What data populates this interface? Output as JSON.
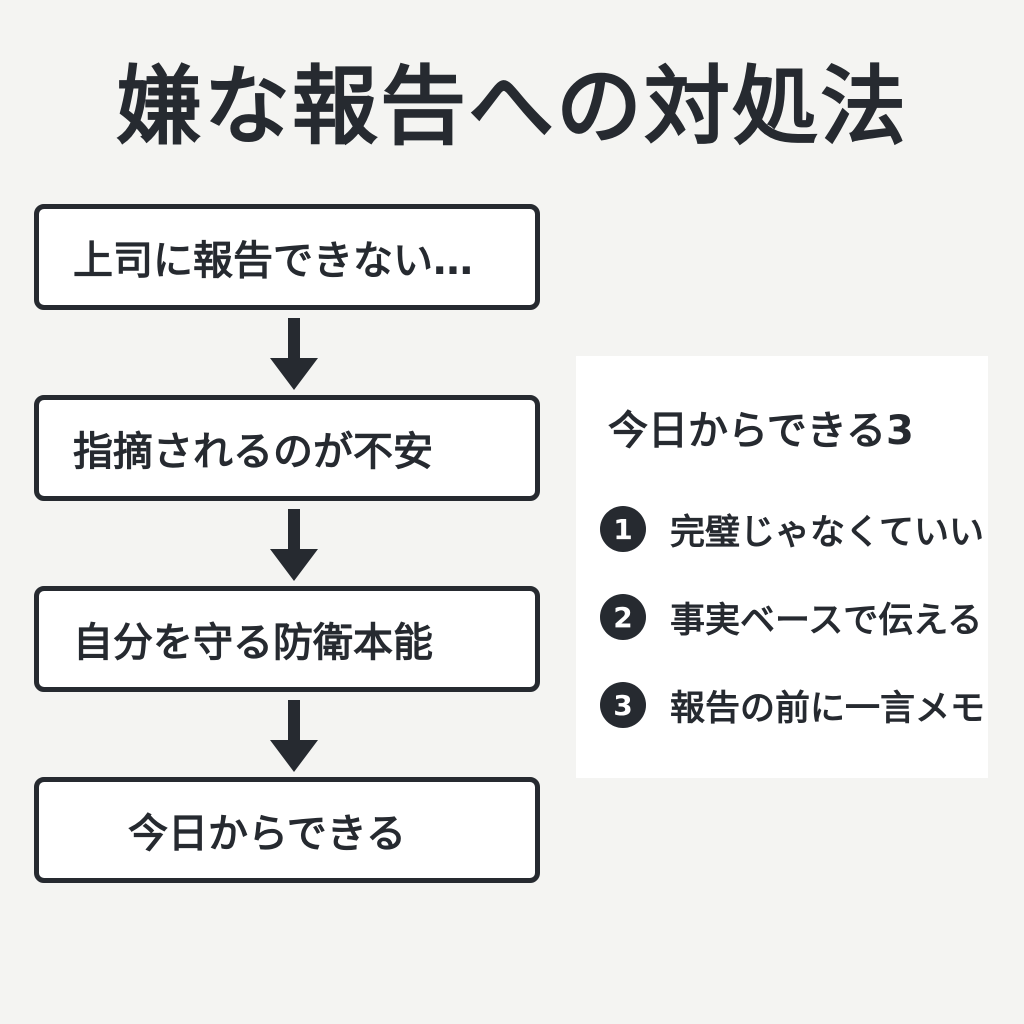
{
  "title": "嫌な報告への対処法",
  "flow": [
    {
      "label": "上司に報告できない…"
    },
    {
      "label": "指摘されるのが不安"
    },
    {
      "label": "自分を守る防衛本能"
    },
    {
      "label": "今日からできる"
    }
  ],
  "tips": {
    "heading": "今日からできる3",
    "items": [
      {
        "number": "1",
        "text": "完璧じゃなくていい"
      },
      {
        "number": "2",
        "text": "事実ベースで伝える"
      },
      {
        "number": "3",
        "text": "報告の前に一言メモ"
      }
    ]
  },
  "colors": {
    "background": "#f4f4f2",
    "ink": "#262a30",
    "box_fill": "#ffffff"
  }
}
